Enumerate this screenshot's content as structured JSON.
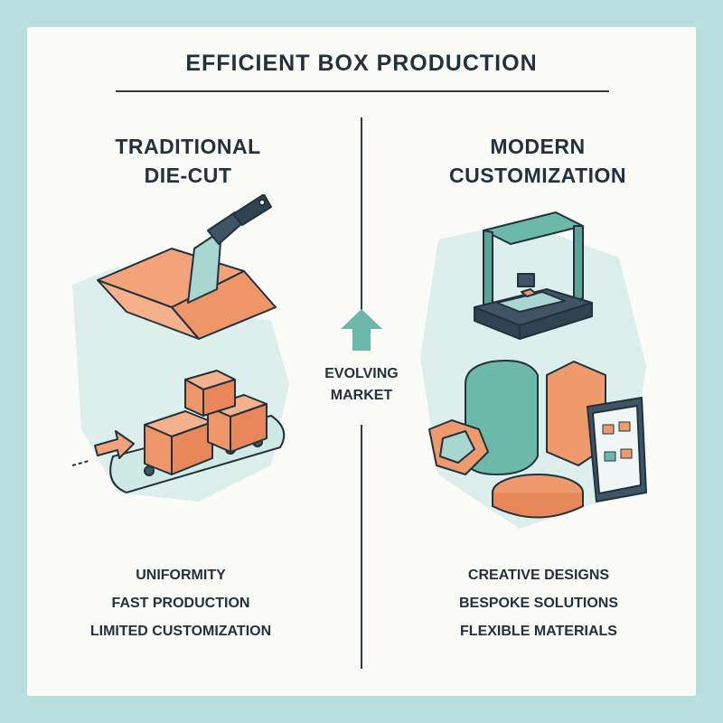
{
  "title": "EFFICIENT BOX PRODUCTION",
  "left": {
    "heading_line1": "TRADITIONAL",
    "heading_line2": "DIE-CUT",
    "features": [
      "UNIFORMITY",
      "FAST PRODUCTION",
      "LIMITED CUSTOMIZATION"
    ]
  },
  "right": {
    "heading_line1": "MODERN",
    "heading_line2": "CUSTOMIZATION",
    "features": [
      "CREATIVE DESIGNS",
      "BESPOKE SOLUTIONS",
      "FLEXIBLE MATERIALS"
    ]
  },
  "center": {
    "label_line1": "EVOLVING",
    "label_line2": "MARKET"
  },
  "colors": {
    "teal": "#6cb8a9",
    "orange": "#ef9a6c",
    "ink": "#22323c",
    "background": "#b9e0de"
  }
}
